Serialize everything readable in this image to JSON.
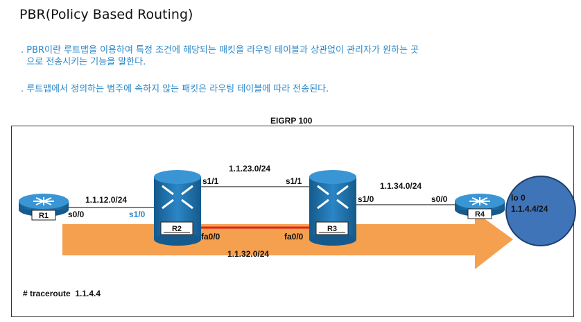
{
  "title": "PBR(Policy Based Routing)",
  "description": {
    "line1": ". PBR이란 루트맵을 이용하여 특정 조건에 해당되는 패킷을 라우팅 테이블과 상관없이 관리자가 원하는 곳",
    "line2": "  으로 전송시키는 기능을 말한다.",
    "line3": ". 루트맵에서 정의하는 범주에 속하지 않는 패킷은 라우팅 테이블에 따라 전송된다."
  },
  "diagram": {
    "as_label": "EIGRP 100",
    "routers": {
      "r1": "R1",
      "r2": "R2",
      "r3": "R3",
      "r4": "R4"
    },
    "links": {
      "r1_r2_subnet": "1.1.12.0/24",
      "r2_r3_serial_subnet": "1.1.23.0/24",
      "r3_r4_subnet": "1.1.34.0/24",
      "r2_r3_fast_subnet": "1.1.32.0/24"
    },
    "interfaces": {
      "r1_s00": "s0/0",
      "r2_s10": "s1/0",
      "r2_s11": "s1/1",
      "r2_fa00": "fa0/0",
      "r3_s11": "s1/1",
      "r3_s10": "s1/0",
      "r3_fa00": "fa0/0",
      "r4_s00": "s0/0"
    },
    "loopback": {
      "name": "lo 0",
      "address": "1.1.4.4/24"
    },
    "command": "# traceroute  1.1.4.4",
    "colors": {
      "router_blue": "#1f6fa8",
      "arrow_orange": "#f5a04f",
      "fast_link_red": "#e02020",
      "loopback_blue": "#3f75b8",
      "highlight_blue": "#2a87c8"
    }
  }
}
